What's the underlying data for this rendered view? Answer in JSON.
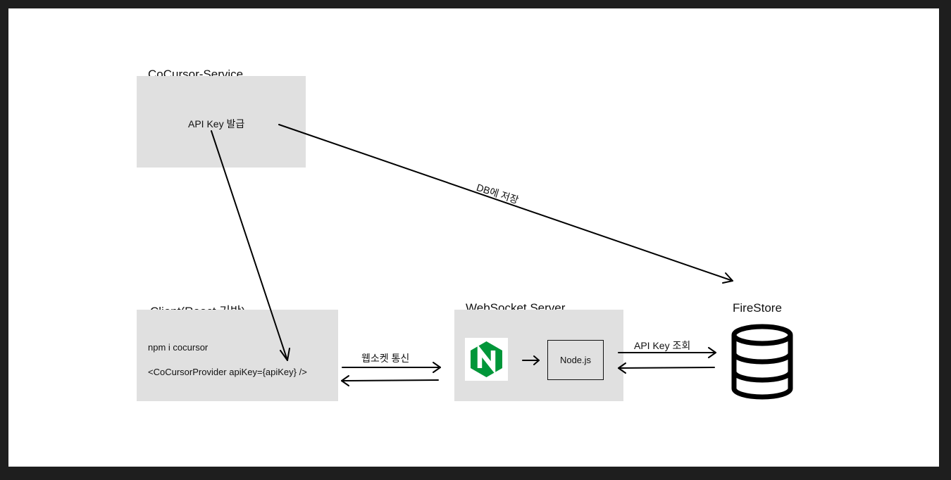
{
  "service": {
    "title": "CoCursor-Service",
    "item": "API Key 발급"
  },
  "client": {
    "title": "Client(React 기반)",
    "line1": "npm i cocursor",
    "line2": "<CoCursorProvider apiKey={apiKey} />"
  },
  "websocket": {
    "title": "WebSocket Server",
    "node_label": "Node.js",
    "nginx_icon": "nginx-icon"
  },
  "firestore": {
    "title": "FireStore",
    "icon": "database-icon"
  },
  "edges": {
    "db_save": "DB에 저장",
    "websocket_comm": "웹소켓 통신",
    "api_key_lookup": "API Key 조회"
  },
  "colors": {
    "box_fill": "#e0e0e0",
    "nginx_green": "#009639",
    "frame": "#1e1e1e"
  }
}
